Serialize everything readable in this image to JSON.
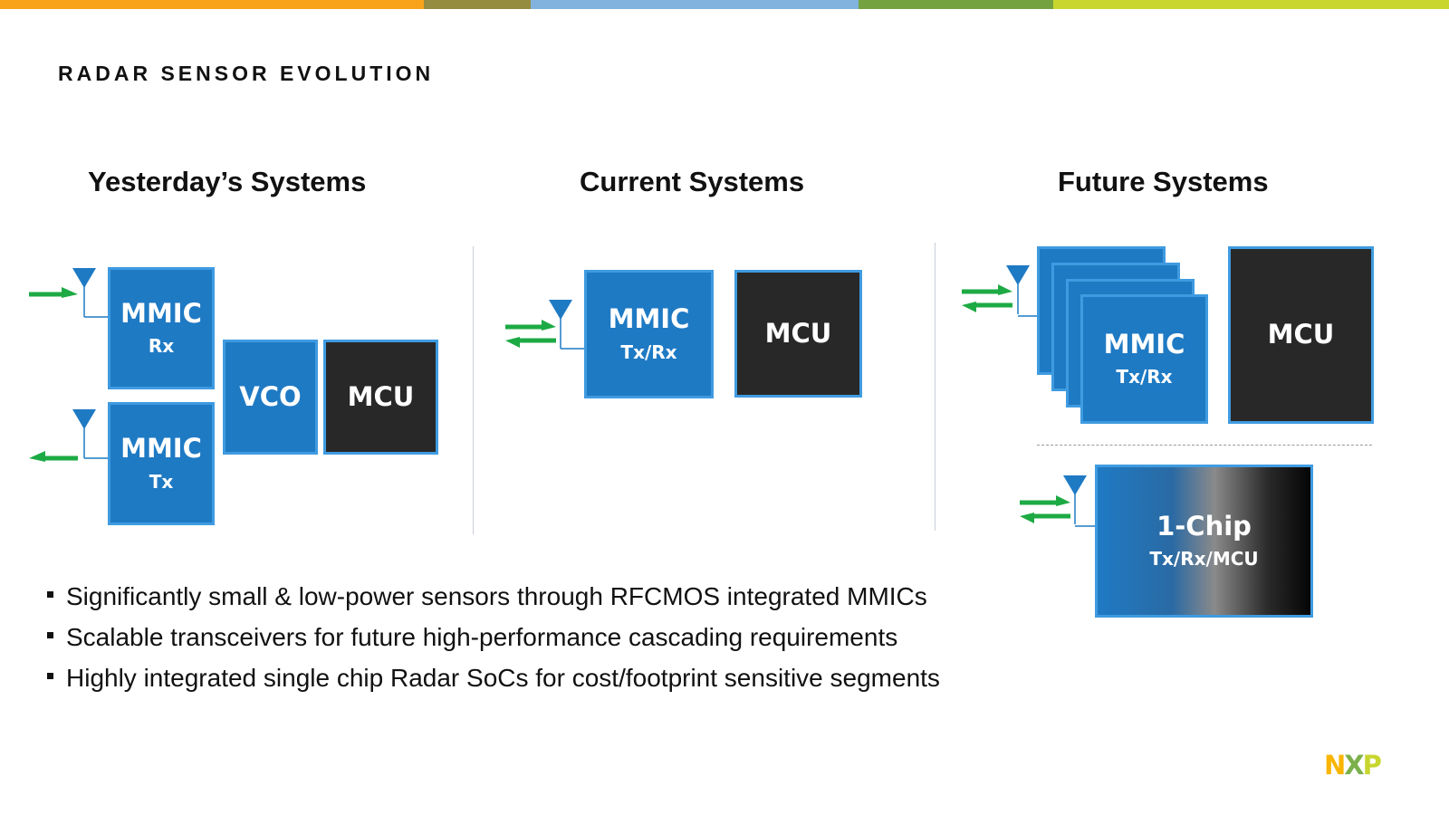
{
  "page": {
    "title": "RADAR SENSOR EVOLUTION",
    "colors": {
      "accent_blue": "#1f7ac4",
      "dark_chip": "#282828",
      "arrow_green": "#1daa44",
      "antenna_blue": "#1f7ac4"
    }
  },
  "sections": {
    "yesterday": {
      "title": "Yesterday’s Systems",
      "mmic_rx": {
        "main": "MMIC",
        "sub": "Rx"
      },
      "mmic_tx": {
        "main": "MMIC",
        "sub": "Tx"
      },
      "vco": "VCO",
      "mcu": "MCU"
    },
    "current": {
      "title": "Current Systems",
      "mmic": {
        "main": "MMIC",
        "sub": "Tx/Rx"
      },
      "mcu": "MCU"
    },
    "future": {
      "title": "Future Systems",
      "mmic": {
        "main": "MMIC",
        "sub": "Tx/Rx"
      },
      "mcu": "MCU",
      "one_chip": {
        "main": "1-Chip",
        "sub": "Tx/Rx/MCU"
      }
    }
  },
  "bullets": [
    "Significantly small & low-power sensors through RFCMOS integrated MMICs",
    "Scalable transceivers for future high-performance cascading requirements",
    "Highly integrated single chip Radar SoCs for cost/footprint sensitive segments"
  ],
  "logo": {
    "text": "NXP",
    "letters": [
      "N",
      "X",
      "P"
    ],
    "colors": [
      "#f9b500",
      "#7bb04a",
      "#c8d62e"
    ]
  },
  "top_bar_colors": [
    "#f9a31a",
    "#958c3f",
    "#82b3de",
    "#75a240",
    "#c8d62e"
  ]
}
